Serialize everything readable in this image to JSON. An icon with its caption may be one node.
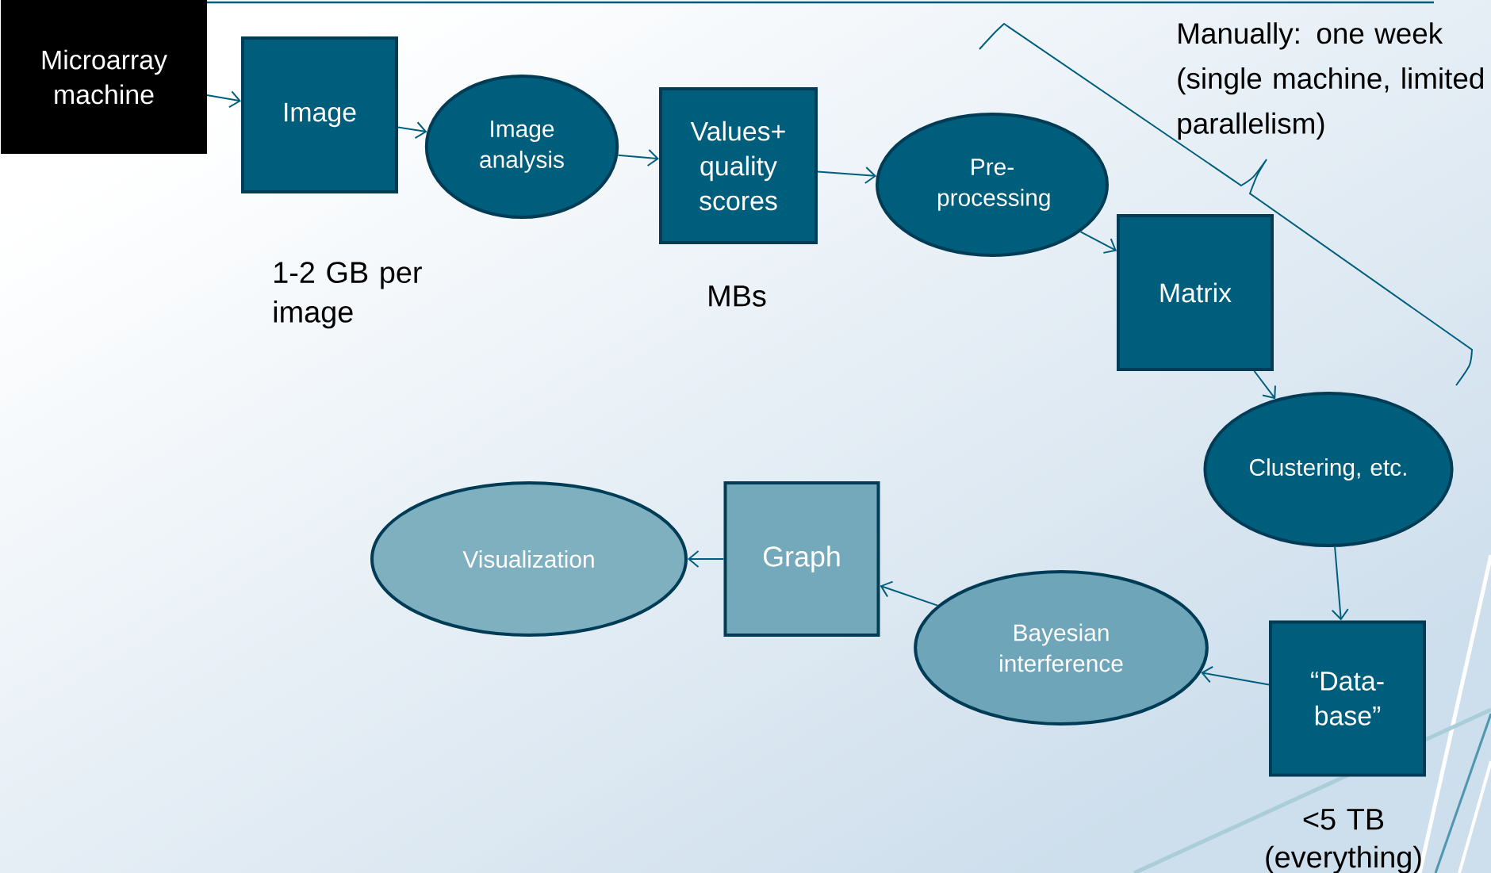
{
  "diagram": {
    "nodes": [
      {
        "text": [
          "Microarray machine"
        ]
      },
      {
        "text": [
          "Image"
        ],
        "beside": [
          "1-2 GB per image"
        ]
      },
      {
        "text": [
          "Image analysis"
        ]
      },
      {
        "text": [
          "Values+ quality scores"
        ],
        "beside": [
          "MBs"
        ]
      },
      {
        "text": [
          "Pre-processing"
        ]
      },
      {
        "text": [
          "Matrix"
        ]
      },
      {
        "text": [
          "Clustering, etc."
        ]
      },
      {
        "text": [
          "“Data-base”"
        ],
        "beside": [
          "<5 TB (everything)"
        ]
      },
      {
        "text": [
          "Bayesian interference"
        ]
      },
      {
        "text": [
          "Graph"
        ]
      },
      {
        "text": [
          "Visualization"
        ]
      }
    ],
    "edges": [
      {
        "from": 0,
        "to": 1,
        "arrow": "to"
      },
      {
        "from": 1,
        "to": 2,
        "arrow": "to"
      },
      {
        "from": 2,
        "to": 3,
        "arrow": "to"
      },
      {
        "from": 3,
        "to": 4,
        "arrow": "to"
      },
      {
        "from": 4,
        "to": 5,
        "arrow": "to"
      },
      {
        "from": 5,
        "to": 6,
        "arrow": "to"
      },
      {
        "from": 6,
        "to": 7,
        "arrow": "to"
      },
      {
        "from": 7,
        "to": 8,
        "arrow": "to"
      },
      {
        "from": 8,
        "to": 9,
        "arrow": "to"
      },
      {
        "from": 9,
        "to": 10,
        "arrow": "to"
      }
    ],
    "labels": [
      "Manually: one week (single machine, limited parallelism)"
    ]
  }
}
